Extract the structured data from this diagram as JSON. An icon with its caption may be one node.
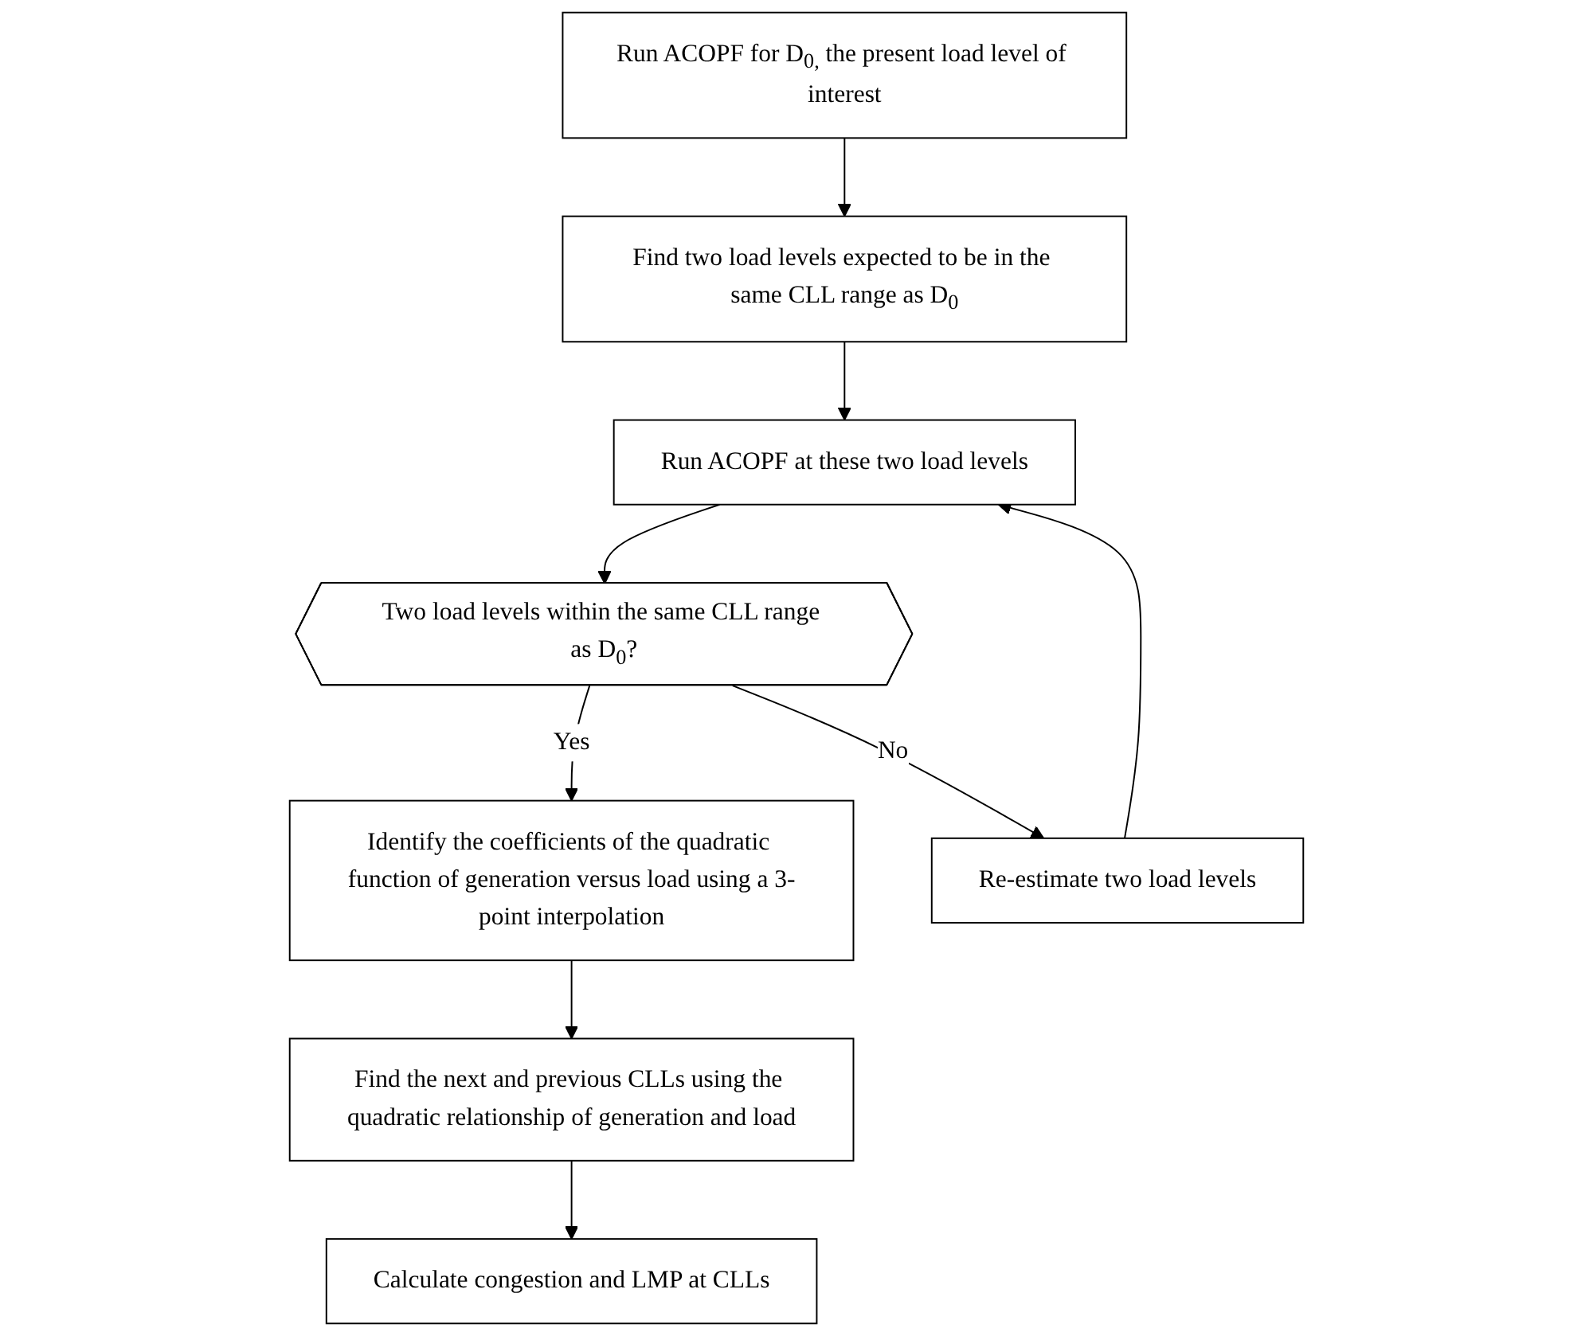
{
  "diagram": {
    "nodes": [
      {
        "text": [
          "Run ACOPF for D$_{0,}$ the present load level of interest"
        ]
      },
      {
        "text": [
          "Find two load levels expected to be in the same CLL range as D$_{0}$"
        ]
      },
      {
        "text": [
          "Run ACOPF at these two load levels"
        ]
      },
      {
        "text": [
          "Two load levels within the same CLL range as D$_{0}$?"
        ]
      },
      {
        "text": [
          "Re-estimate two load levels"
        ]
      },
      {
        "text": [
          "Identify the coefficients of the quadratic function of generation versus load using a 3-point interpolation"
        ]
      },
      {
        "text": [
          "Find the next and previous CLLs using the quadratic relationship of generation and load"
        ]
      },
      {
        "text": [
          "Calculate congestion and LMP at CLLs"
        ]
      }
    ],
    "edges": [
      {
        "from": 0,
        "to": 1,
        "arrow": "to"
      },
      {
        "from": 1,
        "to": 2,
        "arrow": "to"
      },
      {
        "from": 2,
        "to": 3,
        "arrow": "to"
      },
      {
        "from": 3,
        "to": 5,
        "arrow": "to",
        "label": "Yes"
      },
      {
        "from": 3,
        "to": 4,
        "arrow": "to",
        "label": "No"
      },
      {
        "from": 4,
        "to": 2,
        "arrow": "to"
      },
      {
        "from": 5,
        "to": 6,
        "arrow": "to"
      },
      {
        "from": 6,
        "to": 7,
        "arrow": "to"
      }
    ]
  }
}
